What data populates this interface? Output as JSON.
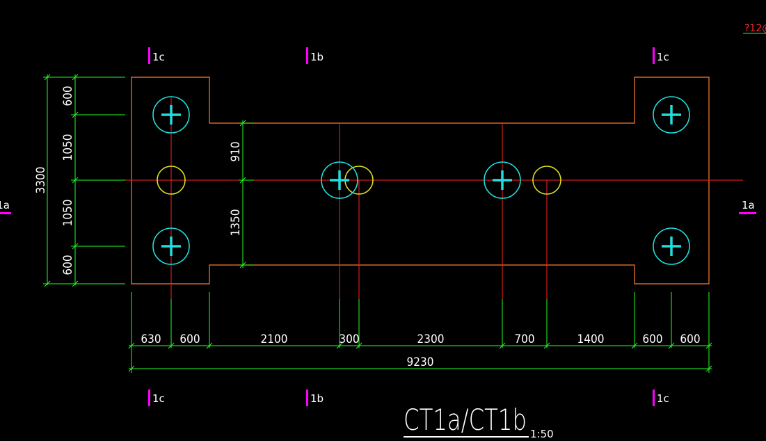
{
  "drawing": {
    "title": "CT1a/CT1b",
    "scale": "1:50",
    "corner_note": "?12@",
    "colors": {
      "background": "#000000",
      "outline": "#ff7a2e",
      "centerline": "#ff2020",
      "dimension": "#22ff22",
      "pile_cyan": "#22dddd",
      "column_yellow": "#e0e020",
      "section_magenta": "#ff00ff",
      "text": "#ffffff"
    }
  },
  "section_marks": {
    "top": [
      "1c",
      "1b",
      "1c"
    ],
    "bottom": [
      "1c",
      "1b",
      "1c"
    ],
    "left": "1a",
    "right": "1a"
  },
  "dimensions": {
    "left_outer": "3300",
    "left_chain": [
      "600",
      "1050",
      "1050",
      "600"
    ],
    "inner_chain": [
      "910",
      "1350"
    ],
    "bottom_chain": [
      "630",
      "600",
      "2100",
      "300",
      "2300",
      "700",
      "1400",
      "600",
      "600"
    ],
    "bottom_total": "9230"
  },
  "piles": {
    "count": 6,
    "icon": "pile-cross-icon"
  },
  "columns": {
    "count": 3,
    "icon": "column-circle-icon"
  }
}
